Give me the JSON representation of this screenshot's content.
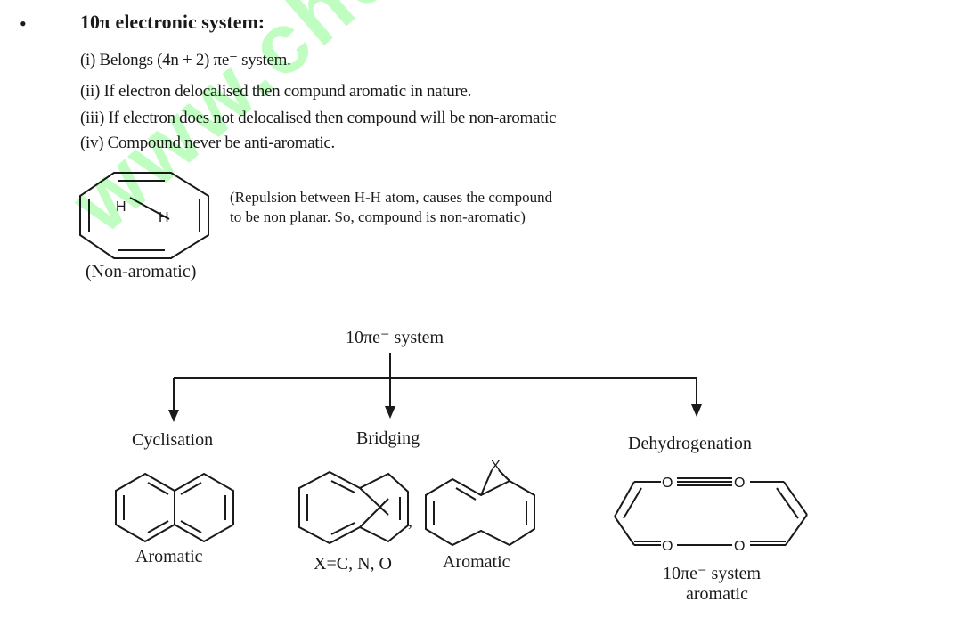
{
  "bullet": "•",
  "heading": "10π  electronic system:",
  "points": [
    "(i) Belongs (4n + 2) πe⁻ system.",
    "(ii) If electron delocalised then compund aromatic in nature.",
    "(iii) If electron does not delocalised then compound will be non-aromatic",
    "(iv) Compound never be anti-aromatic."
  ],
  "example": {
    "h_label_1": "H",
    "h_label_2": "H",
    "note_line_1": "(Repulsion between H-H atom, causes the compound",
    "note_line_2": "to be non planar. So, compound is non-aromatic)",
    "caption": "(Non-aromatic)"
  },
  "tree": {
    "root": "10πe⁻ system",
    "branches": [
      {
        "label": "Cyclisation",
        "caption": "Aromatic"
      },
      {
        "label": "Bridging",
        "caption_left": "X=C, N, O",
        "separator": ",",
        "bridge_atom": "X",
        "caption_right": "Aromatic"
      },
      {
        "label": "Dehydrogenation",
        "atom_o": "O",
        "caption_line_1": "10πe⁻ system",
        "caption_line_2": "aromatic"
      }
    ]
  },
  "watermark": "www.chemistry"
}
